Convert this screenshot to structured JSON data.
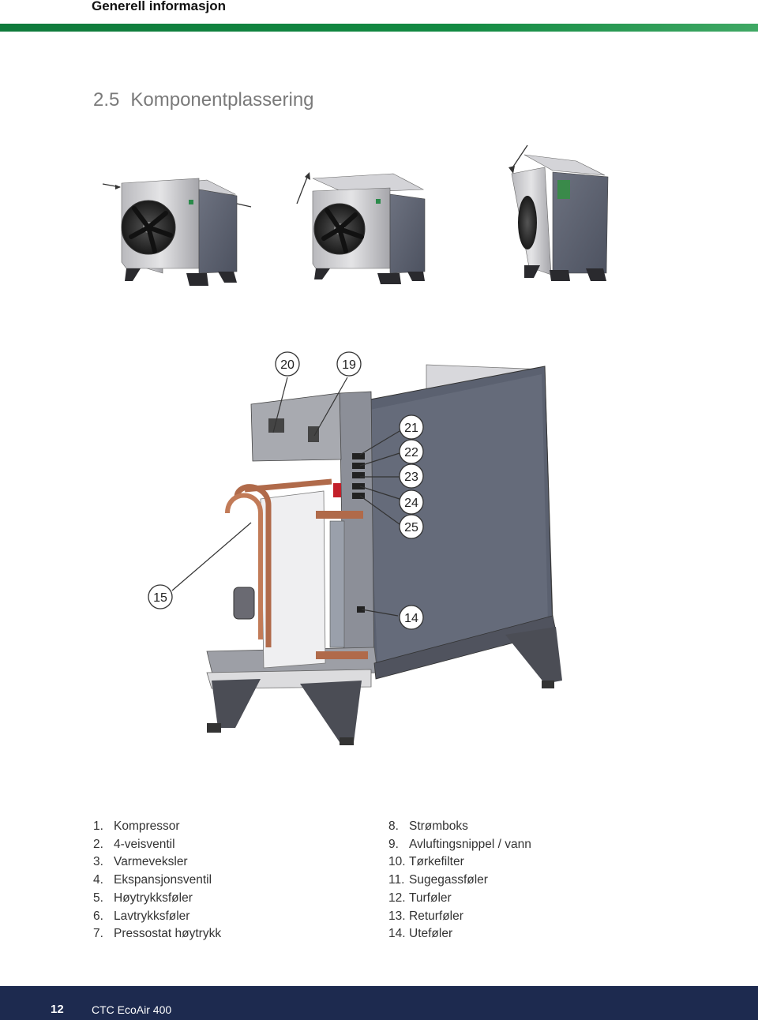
{
  "header": {
    "title": "Generell informasjon",
    "bar_color": "#128a42"
  },
  "section": {
    "number": "2.5",
    "title": "Komponentplassering"
  },
  "callouts": [
    "20",
    "19",
    "21",
    "22",
    "23",
    "24",
    "25",
    "15",
    "14"
  ],
  "components_left": [
    {
      "num": "1.",
      "label": "Kompressor"
    },
    {
      "num": "2.",
      "label": "4-veisventil"
    },
    {
      "num": "3.",
      "label": "Varmeveksler"
    },
    {
      "num": "4.",
      "label": "Ekspansjonsventil"
    },
    {
      "num": "5.",
      "label": "Høytrykksføler"
    },
    {
      "num": "6.",
      "label": "Lavtrykksføler"
    },
    {
      "num": "7.",
      "label": "Pressostat høytrykk"
    }
  ],
  "components_right": [
    {
      "num": "8.",
      "label": "Strømboks"
    },
    {
      "num": "9.",
      "label": "Avluftingsnippel / vann"
    },
    {
      "num": "10.",
      "label": "Tørkefilter"
    },
    {
      "num": "11.",
      "label": "Sugegassføler"
    },
    {
      "num": "12.",
      "label": "Turføler"
    },
    {
      "num": "13.",
      "label": "Returføler"
    },
    {
      "num": "14.",
      "label": "Uteføler"
    }
  ],
  "footer": {
    "page_number": "12",
    "product": "CTC EcoAir 400",
    "bar_color": "#1d2a4f"
  }
}
